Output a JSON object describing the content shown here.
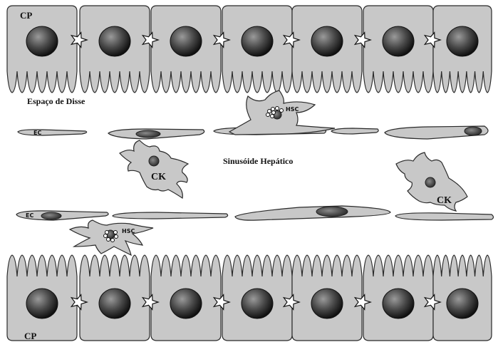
{
  "labels": {
    "cp_top": "CP",
    "cp_bottom": "CP",
    "disse_space": "Espaço de Disse",
    "sinusoid": "Sinusóide Hepático",
    "ec_top": "EC",
    "ec_bottom": "EC",
    "hsc_top": "HSC",
    "hsc_bottom": "HSC",
    "ck_left": "CK",
    "ck_right": "CK"
  },
  "colors": {
    "cell_fill": "#c8c8c8",
    "cell_stroke": "#2a2a2a",
    "nucleus_dark": "#1a1a1a",
    "nucleus_light": "#8a8a8a",
    "junction_fill": "#ffffff",
    "background": "#ffffff"
  }
}
